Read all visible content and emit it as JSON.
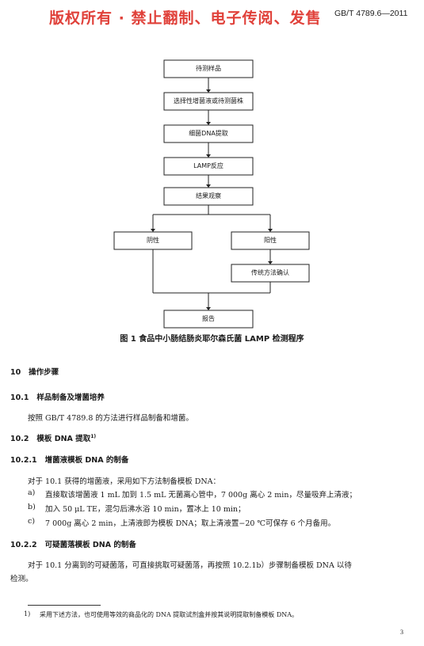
{
  "watermark": "版权所有 ·   禁止翻制、电子传阅、发售",
  "doc_number": "GB/T 4789.6—2011",
  "flowchart": {
    "step1": "待测样品",
    "step2": "选择性增菌液或待测菌株",
    "step3": "细菌DNA提取",
    "step4": "LAMP反应",
    "step5": "结果观察",
    "negative": "阴性",
    "positive": "阳性",
    "confirm": "传统方法确认",
    "report": "报告"
  },
  "figure_caption": "图 1   食品中小肠结肠炎耶尔森氏菌 LAMP 检测程序",
  "section10": {
    "num": "10",
    "title": "操作步骤"
  },
  "s10_1": {
    "num": "10.1",
    "title": "样品制备及增菌培养",
    "text": "按照 GB/T 4789.8 的方法进行样品制备和增菌。"
  },
  "s10_2": {
    "num": "10.2",
    "title": "模板 DNA 提取",
    "sup": "1)"
  },
  "s10_2_1": {
    "num": "10.2.1",
    "title": "增菌液模板 DNA 的制备",
    "intro": "对于 10.1 获得的增菌液，采用如下方法制备模板 DNA：",
    "items": [
      {
        "label": "a)",
        "text": "直接取该增菌液 1 mL 加到 1.5 mL 无菌离心管中，7 000g 离心 2 min，尽量吸弃上清液；"
      },
      {
        "label": "b)",
        "text": "加入 50 μL TE，混匀后沸水浴 10 min，置冰上 10 min；"
      },
      {
        "label": "c)",
        "text": "7 000g 离心 2 min，上清液即为模板 DNA；取上清液置−20 ℃可保存 6 个月备用。"
      }
    ]
  },
  "s10_2_2": {
    "num": "10.2.2",
    "title": "可疑菌落模板 DNA 的制备",
    "line1": "对于 10.1 分离到的可疑菌落，可直接挑取可疑菌落，再按照 10.2.1b）步骤制备模板 DNA 以待",
    "line2": "检测。"
  },
  "footnote": {
    "mark": "1)",
    "text": "采用下述方法，也可使用等效的商品化的 DNA 提取试剂盒并按其说明提取制备模板 DNA。"
  },
  "page_number": "3"
}
